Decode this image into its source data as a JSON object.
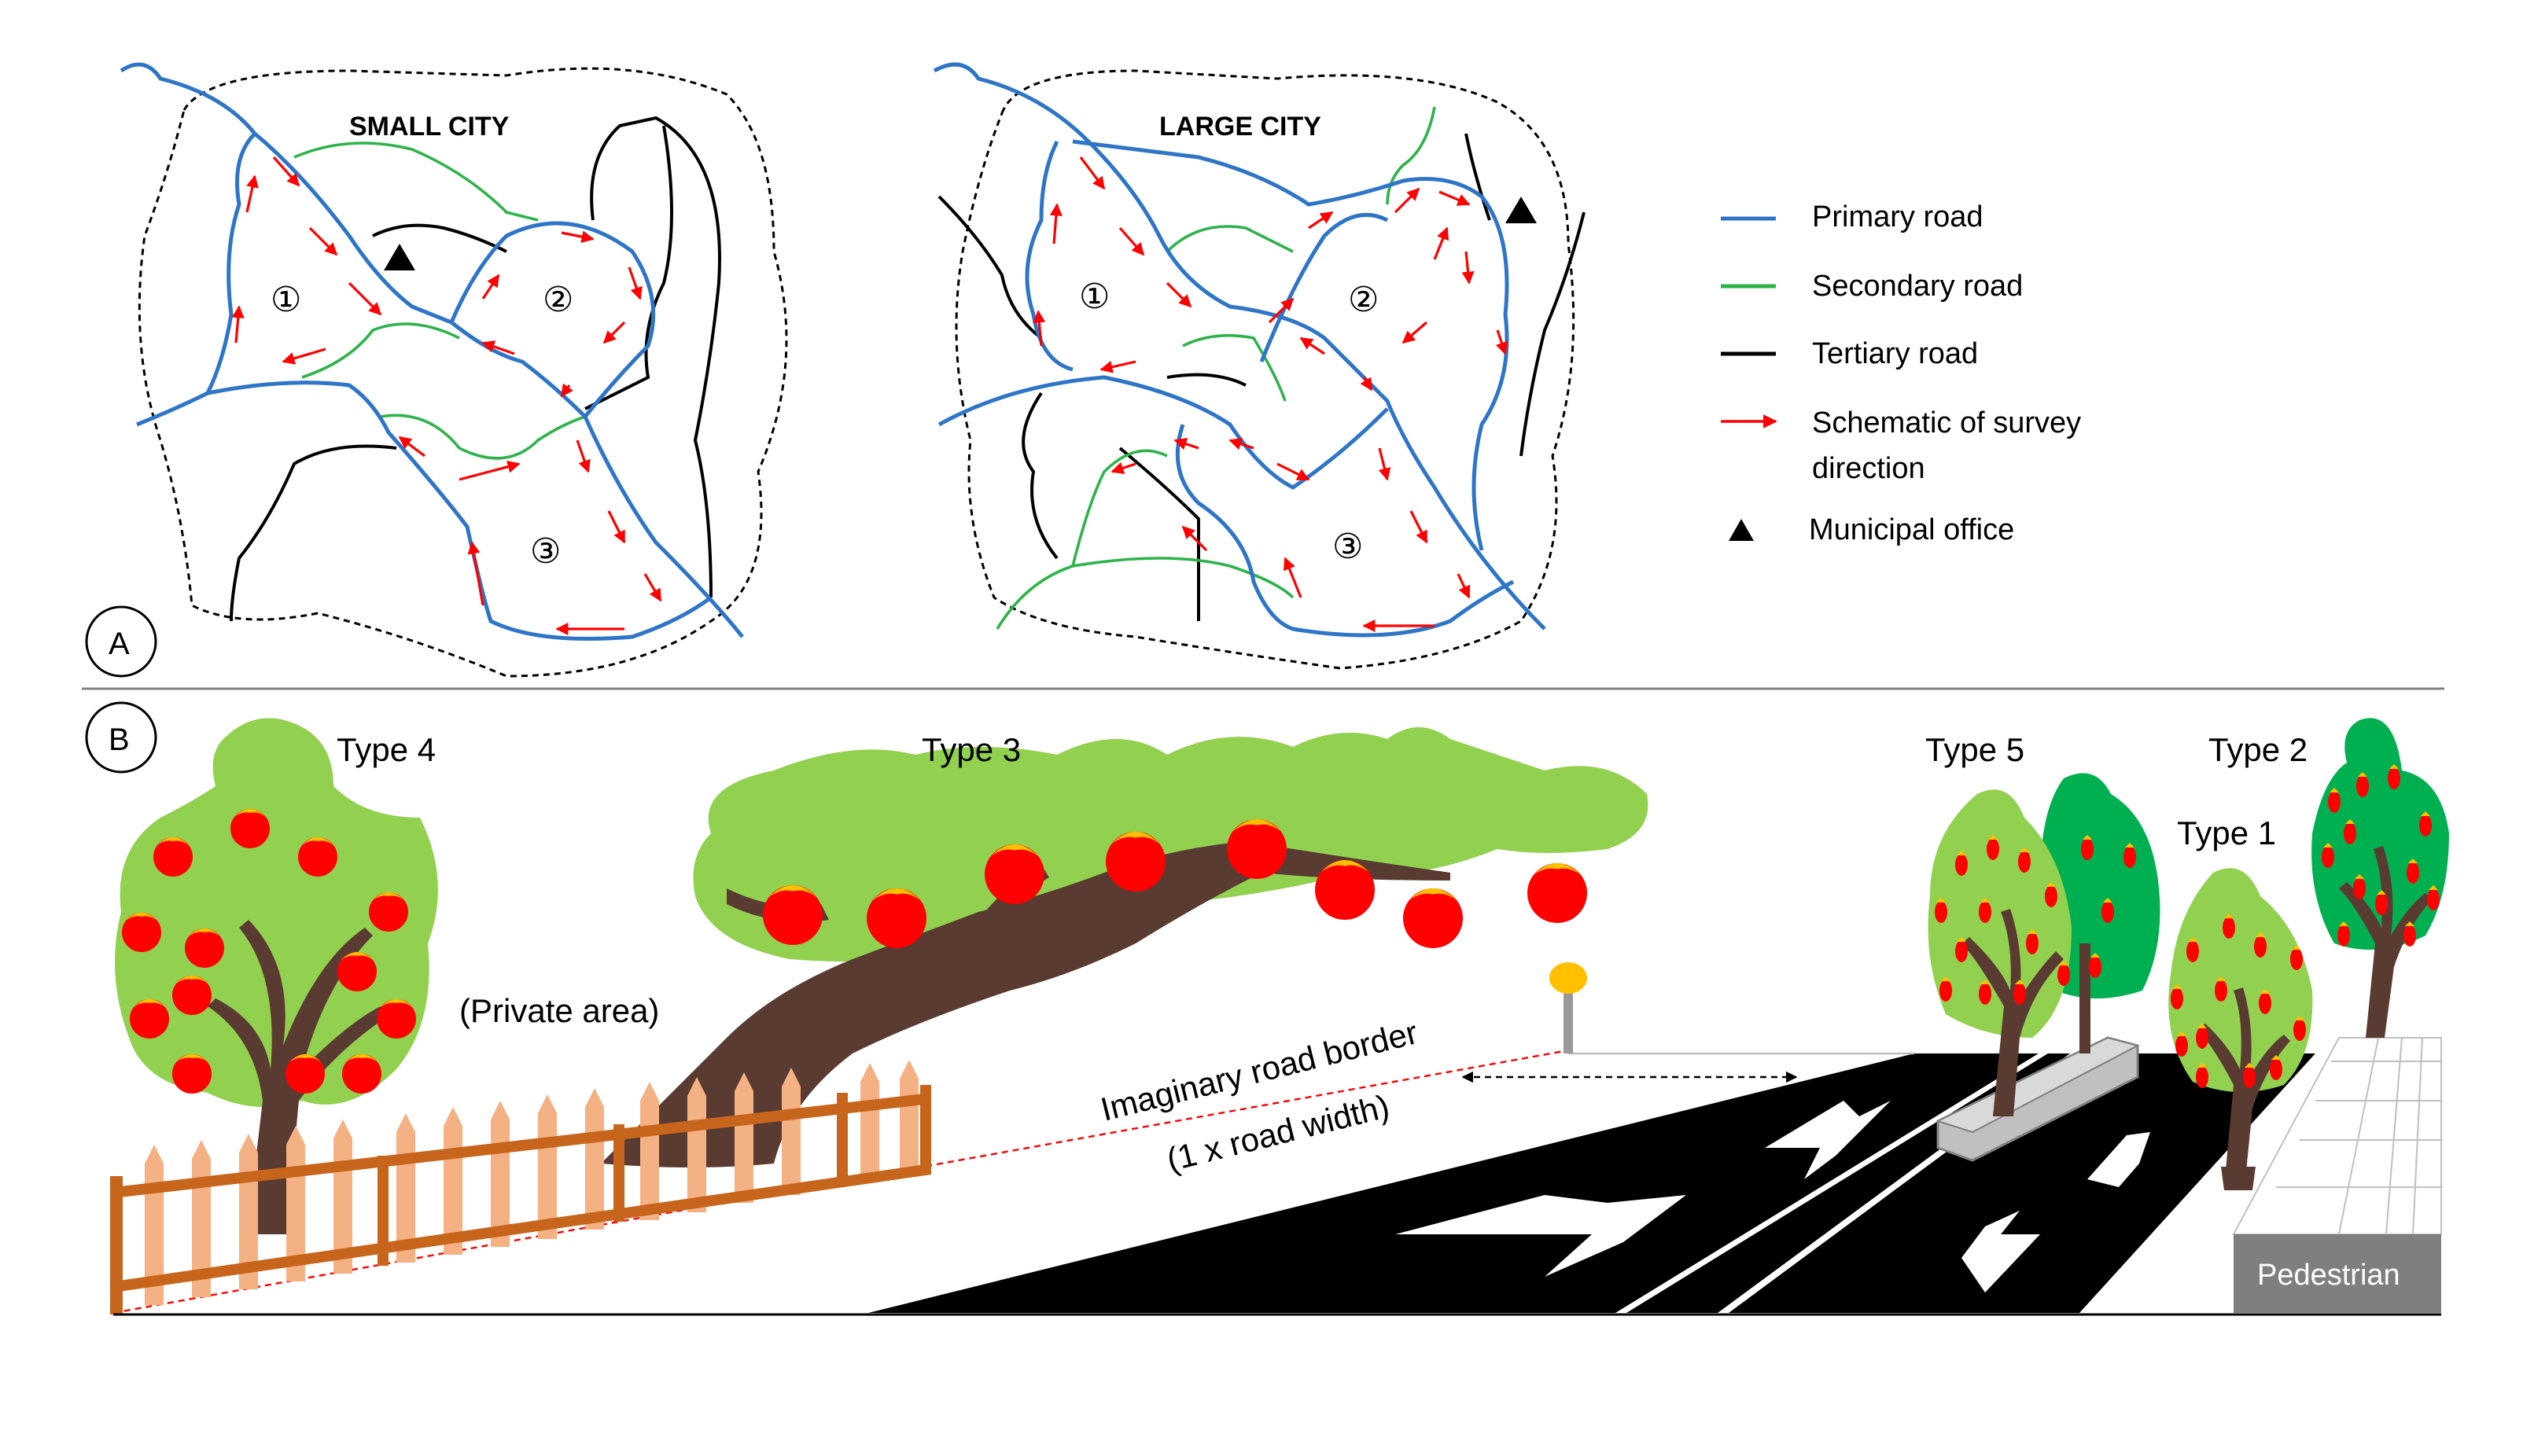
{
  "panel_a": {
    "label": "A",
    "small_city": {
      "title": "SMALL CITY",
      "zones": [
        "①",
        "②",
        "③"
      ]
    },
    "large_city": {
      "title": "LARGE CITY",
      "zones": [
        "①",
        "②",
        "③"
      ]
    },
    "legend": {
      "primary": "Primary road",
      "secondary": "Secondary road",
      "tertiary": "Tertiary road",
      "survey_line1": "Schematic of survey",
      "survey_line2": "direction",
      "office": "Municipal office"
    },
    "colors": {
      "primary": "#2e75c8",
      "secondary": "#2db34a",
      "tertiary": "#000000",
      "survey": "#ff0000"
    }
  },
  "panel_b": {
    "label": "B",
    "types": {
      "t1": "Type 1",
      "t2": "Type 2",
      "t3": "Type 3",
      "t4": "Type 4",
      "t5": "Type 5"
    },
    "private_area": "(Private area)",
    "border_line1": "Imaginary road border",
    "border_line2": "(1 x road width)",
    "pedestrian": "Pedestrian",
    "colors": {
      "canopy": "#92d050",
      "canopy_dark": "#00b050",
      "trunk": "#5a3b32",
      "fruit": "#ff0000",
      "fence": "#c8651c",
      "road": "#000000"
    }
  }
}
